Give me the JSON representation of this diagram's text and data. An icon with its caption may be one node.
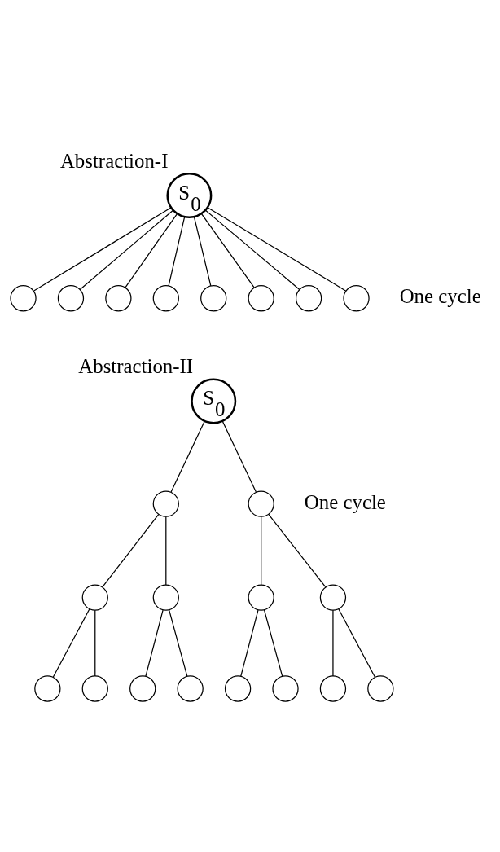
{
  "diagram": {
    "nodes": [
      {
        "text": [
          "S$_{0}$"
        ],
        "beside": [
          "Abstraction-I"
        ]
      },
      {
        "text": [],
        "shape": "circle"
      },
      {
        "text": [],
        "shape": "circle"
      },
      {
        "text": [],
        "shape": "circle"
      },
      {
        "text": [],
        "shape": "circle"
      },
      {
        "text": [],
        "shape": "circle"
      },
      {
        "text": [],
        "shape": "circle"
      },
      {
        "text": [],
        "shape": "circle"
      },
      {
        "text": [],
        "shape": "circle"
      },
      {
        "text": [
          "S$_{0}$"
        ],
        "beside": [
          "Abstraction-II"
        ]
      },
      {
        "text": [],
        "shape": "circle"
      },
      {
        "text": [],
        "shape": "circle"
      },
      {
        "text": [],
        "shape": "circle"
      },
      {
        "text": [],
        "shape": "circle"
      },
      {
        "text": [],
        "shape": "circle"
      },
      {
        "text": [],
        "shape": "circle"
      },
      {
        "text": [],
        "shape": "circle"
      },
      {
        "text": [],
        "shape": "circle"
      },
      {
        "text": [],
        "shape": "circle"
      },
      {
        "text": [],
        "shape": "circle"
      },
      {
        "text": [],
        "shape": "circle"
      },
      {
        "text": [],
        "shape": "circle"
      },
      {
        "text": [],
        "shape": "circle"
      },
      {
        "text": [],
        "shape": "circle"
      }
    ],
    "edges": [
      {
        "from": 0,
        "to": 1,
        "arrow": "none"
      },
      {
        "from": 0,
        "to": 2,
        "arrow": "none"
      },
      {
        "from": 0,
        "to": 3,
        "arrow": "none"
      },
      {
        "from": 0,
        "to": 4,
        "arrow": "none"
      },
      {
        "from": 0,
        "to": 5,
        "arrow": "none"
      },
      {
        "from": 0,
        "to": 6,
        "arrow": "none"
      },
      {
        "from": 0,
        "to": 7,
        "arrow": "none"
      },
      {
        "from": 0,
        "to": 8,
        "arrow": "none"
      },
      {
        "from": 9,
        "to": 10,
        "arrow": "none"
      },
      {
        "from": 9,
        "to": 11,
        "arrow": "none"
      },
      {
        "from": 10,
        "to": 12,
        "arrow": "none"
      },
      {
        "from": 10,
        "to": 13,
        "arrow": "none"
      },
      {
        "from": 11,
        "to": 14,
        "arrow": "none"
      },
      {
        "from": 11,
        "to": 15,
        "arrow": "none"
      },
      {
        "from": 12,
        "to": 16,
        "arrow": "none"
      },
      {
        "from": 12,
        "to": 17,
        "arrow": "none"
      },
      {
        "from": 13,
        "to": 18,
        "arrow": "none"
      },
      {
        "from": 13,
        "to": 19,
        "arrow": "none"
      },
      {
        "from": 14,
        "to": 20,
        "arrow": "none"
      },
      {
        "from": 14,
        "to": 21,
        "arrow": "none"
      },
      {
        "from": 15,
        "to": 22,
        "arrow": "none"
      },
      {
        "from": 15,
        "to": 23,
        "arrow": "none"
      }
    ],
    "labels": [
      "One cycle",
      "One cycle"
    ]
  }
}
